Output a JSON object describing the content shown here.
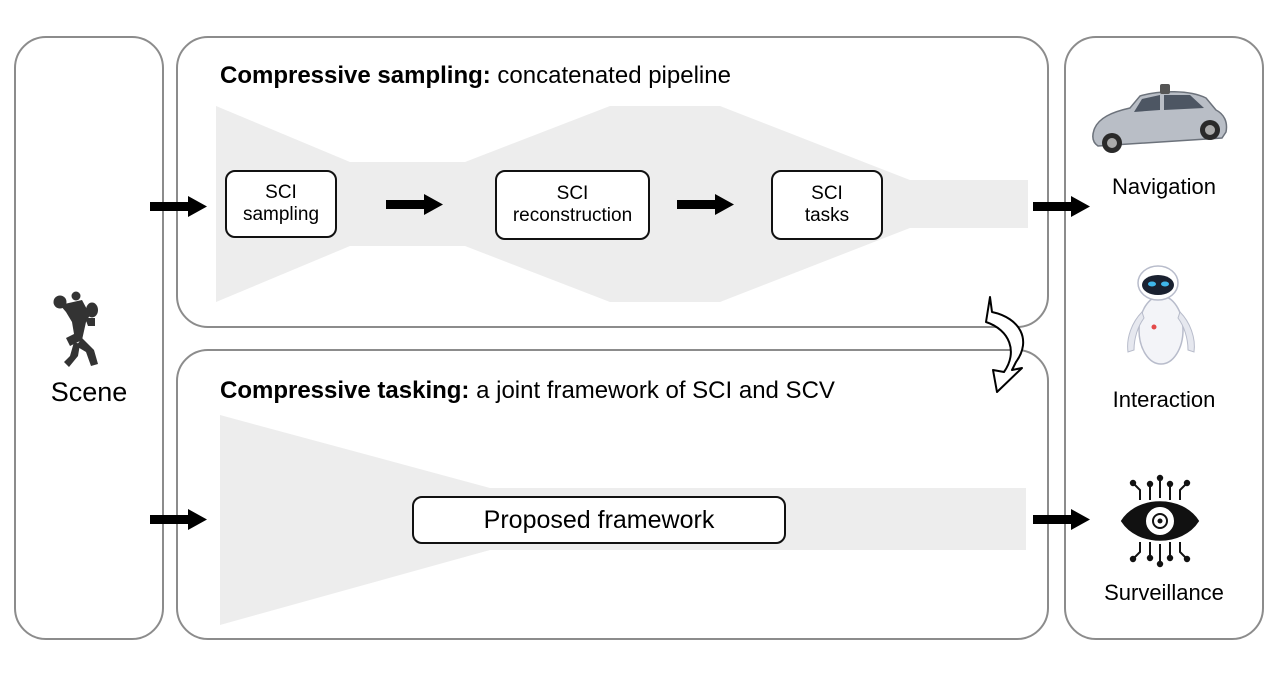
{
  "scene": {
    "label": "Scene",
    "icon": "dancing-person-icon"
  },
  "sampling": {
    "title_bold": "Compressive sampling:",
    "title_rest": " concatenated pipeline",
    "boxes": [
      {
        "line1": "SCI",
        "line2": "sampling"
      },
      {
        "line1": "SCI",
        "line2": "reconstruction"
      },
      {
        "line1": "SCI",
        "line2": "tasks"
      }
    ]
  },
  "tasking": {
    "title_bold": "Compressive tasking:",
    "title_rest": " a joint framework of SCI and SCV",
    "box": "Proposed framework"
  },
  "applications": [
    {
      "label": "Navigation",
      "icon": "car-icon"
    },
    {
      "label": "Interaction",
      "icon": "robot-icon"
    },
    {
      "label": "Surveillance",
      "icon": "eye-icon"
    }
  ],
  "colors": {
    "panel_border": "#8c8c8c",
    "pipeline_fill": "#ededed",
    "arrow": "#000000"
  }
}
